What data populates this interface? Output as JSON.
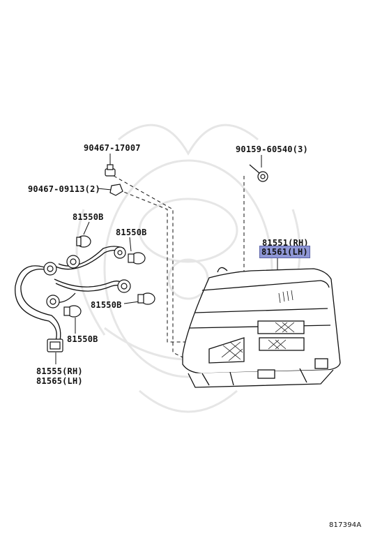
{
  "labels": {
    "clip_bolt": "90467-17007",
    "clip_small": "90467-09113(2)",
    "screw": "90159-60540(3)",
    "bulb_a": "81550B",
    "bulb_b": "81550B",
    "bulb_c": "81550B",
    "bulb_d": "81550B",
    "lamp_rh": "81551(RH)",
    "lamp_lh": "81561(LH)",
    "socket_rh": "81555(RH)",
    "socket_lh": "81565(LH)",
    "figure_id": "817394A"
  },
  "colors": {
    "highlight": "#8f97d6",
    "line": "#111111",
    "watermark": "#e6e6e6"
  }
}
